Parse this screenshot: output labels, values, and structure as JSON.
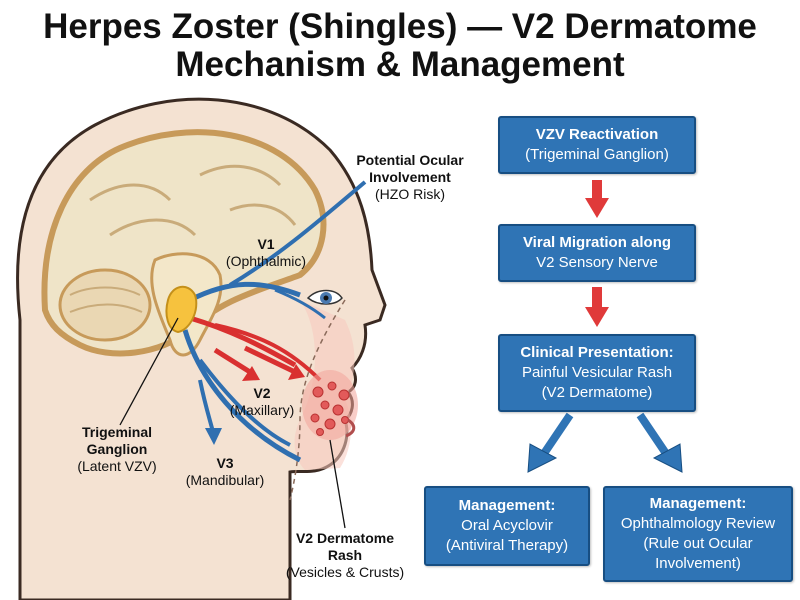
{
  "title": {
    "line1": "Herpes Zoster (Shingles) — V2 Dermatome",
    "line2": "Mechanism & Management"
  },
  "colors": {
    "box_fill": "#2f74b5",
    "box_border": "#174e82",
    "arrow_red": "#e03a3a",
    "arrow_blue": "#2f74b5",
    "nerve_blue": "#2f6fb0",
    "nerve_red": "#d93030",
    "ganglion_yellow": "#f6c23e",
    "skin": "#f6dcc8",
    "brain": "#efe4c8"
  },
  "labels": {
    "ocular": {
      "line1": "Potential Ocular",
      "line2": "Involvement",
      "line3": "(HZO Risk)"
    },
    "v1": {
      "name": "V1",
      "sub": "(Ophthalmic)"
    },
    "v2": {
      "name": "V2",
      "sub": "(Maxillary)"
    },
    "v3": {
      "name": "V3",
      "sub": "(Mandibular)"
    },
    "ganglion": {
      "line1": "Trigeminal",
      "line2": "Ganglion",
      "line3": "(Latent VZV)"
    },
    "rash": {
      "line1": "V2 Dermatome",
      "line2": "Rash",
      "line3": "(Vesicles & Crusts)"
    }
  },
  "flow": {
    "reactivation": {
      "title": "VZV Reactivation",
      "line1": "(Trigeminal Ganglion)"
    },
    "migration": {
      "title": "Viral Migration along",
      "line1": "V2 Sensory Nerve"
    },
    "presentation": {
      "title": "Clinical Presentation:",
      "line1": "Painful Vesicular Rash",
      "line2": "(V2 Dermatome)"
    },
    "management_left": {
      "title": "Management:",
      "line1": "Oral Acyclovir",
      "line2": "(Antiviral Therapy)"
    },
    "management_right": {
      "title": "Management:",
      "line1": "Ophthalmology Review",
      "line2": "(Rule out Ocular",
      "line3": "Involvement)"
    }
  }
}
